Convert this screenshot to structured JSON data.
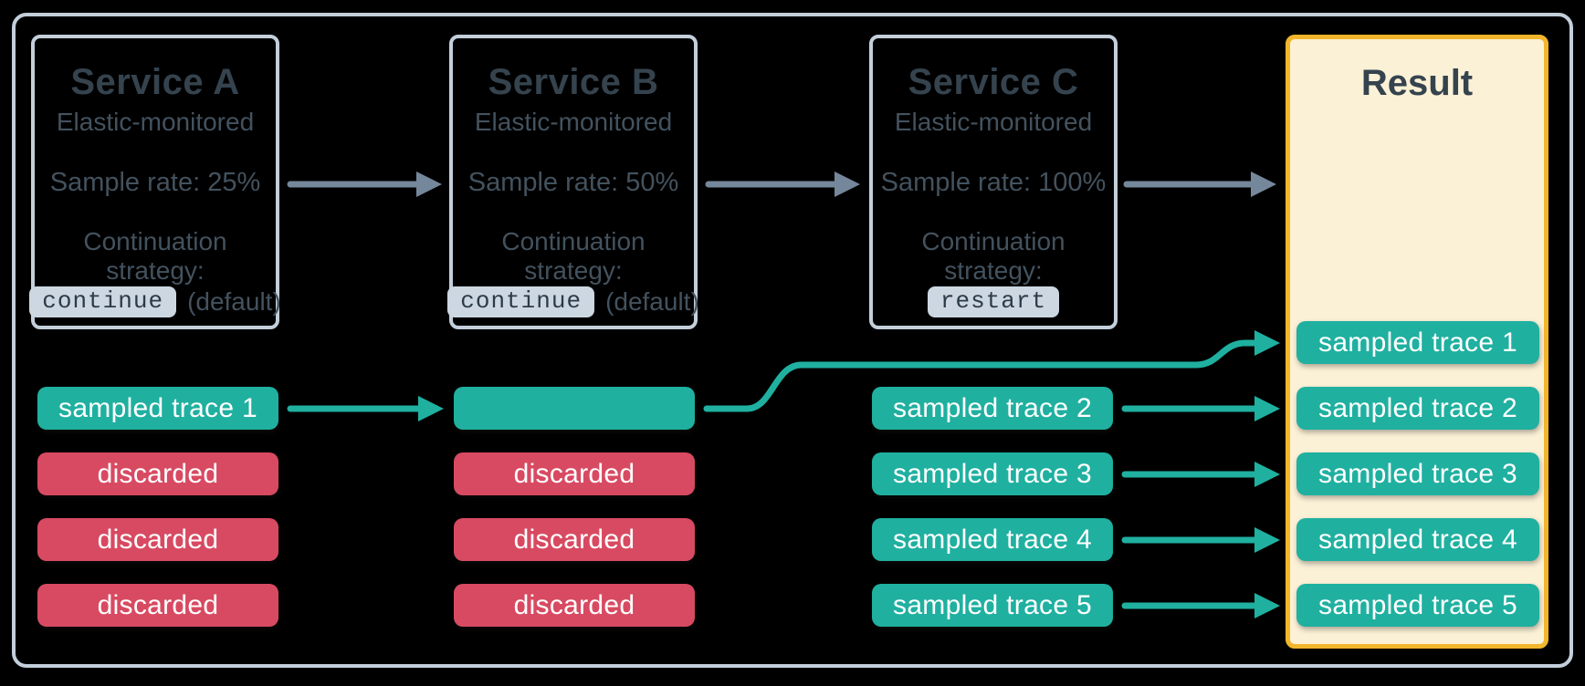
{
  "colors": {
    "background": "#000000",
    "frame_border": "#c3cfda",
    "box_border": "#c3cfda",
    "heading_text": "#35434e",
    "body_text": "#43525e",
    "badge_background": "#ccd7e2",
    "badge_text": "#2d3b47",
    "sampled_teal": "#1fb0a0",
    "discarded_red": "#d84a62",
    "flow_arrow_gray": "#75879b",
    "result_background": "#fbf1d6",
    "result_border": "#f2b62c",
    "bar_text": "#ffffff"
  },
  "services": [
    {
      "title": "Service A",
      "subtitle": "Elastic-monitored",
      "sample_rate": "Sample rate: 25%",
      "continuation_line1": "Continuation",
      "continuation_line2": "strategy:",
      "strategy_value": "continue",
      "strategy_note": "(default)"
    },
    {
      "title": "Service B",
      "subtitle": "Elastic-monitored",
      "sample_rate": "Sample rate: 50%",
      "continuation_line1": "Continuation",
      "continuation_line2": "strategy:",
      "strategy_value": "continue",
      "strategy_note": "(default)"
    },
    {
      "title": "Service C",
      "subtitle": "Elastic-monitored",
      "sample_rate": "Sample rate: 100%",
      "continuation_line1": "Continuation",
      "continuation_line2": "strategy:",
      "strategy_value": "restart"
    }
  ],
  "result": {
    "title": "Result",
    "rows": [
      {
        "label": "sampled trace 1",
        "type": "sampled"
      },
      {
        "label": "sampled trace 2",
        "type": "sampled"
      },
      {
        "label": "sampled trace 3",
        "type": "sampled"
      },
      {
        "label": "sampled trace 4",
        "type": "sampled"
      },
      {
        "label": "sampled trace 5",
        "type": "sampled"
      }
    ]
  },
  "trace_columns": {
    "col1": [
      {
        "label": "sampled trace 1",
        "type": "sampled"
      },
      {
        "label": "discarded",
        "type": "discarded"
      },
      {
        "label": "discarded",
        "type": "discarded"
      },
      {
        "label": "discarded",
        "type": "discarded"
      }
    ],
    "col2": [
      {
        "label": "",
        "type": "sampled"
      },
      {
        "label": "discarded",
        "type": "discarded"
      },
      {
        "label": "discarded",
        "type": "discarded"
      },
      {
        "label": "discarded",
        "type": "discarded"
      }
    ],
    "col3": [
      {
        "label": "sampled trace 2",
        "type": "sampled"
      },
      {
        "label": "sampled trace 3",
        "type": "sampled"
      },
      {
        "label": "sampled trace 4",
        "type": "sampled"
      },
      {
        "label": "sampled trace 5",
        "type": "sampled"
      }
    ]
  }
}
